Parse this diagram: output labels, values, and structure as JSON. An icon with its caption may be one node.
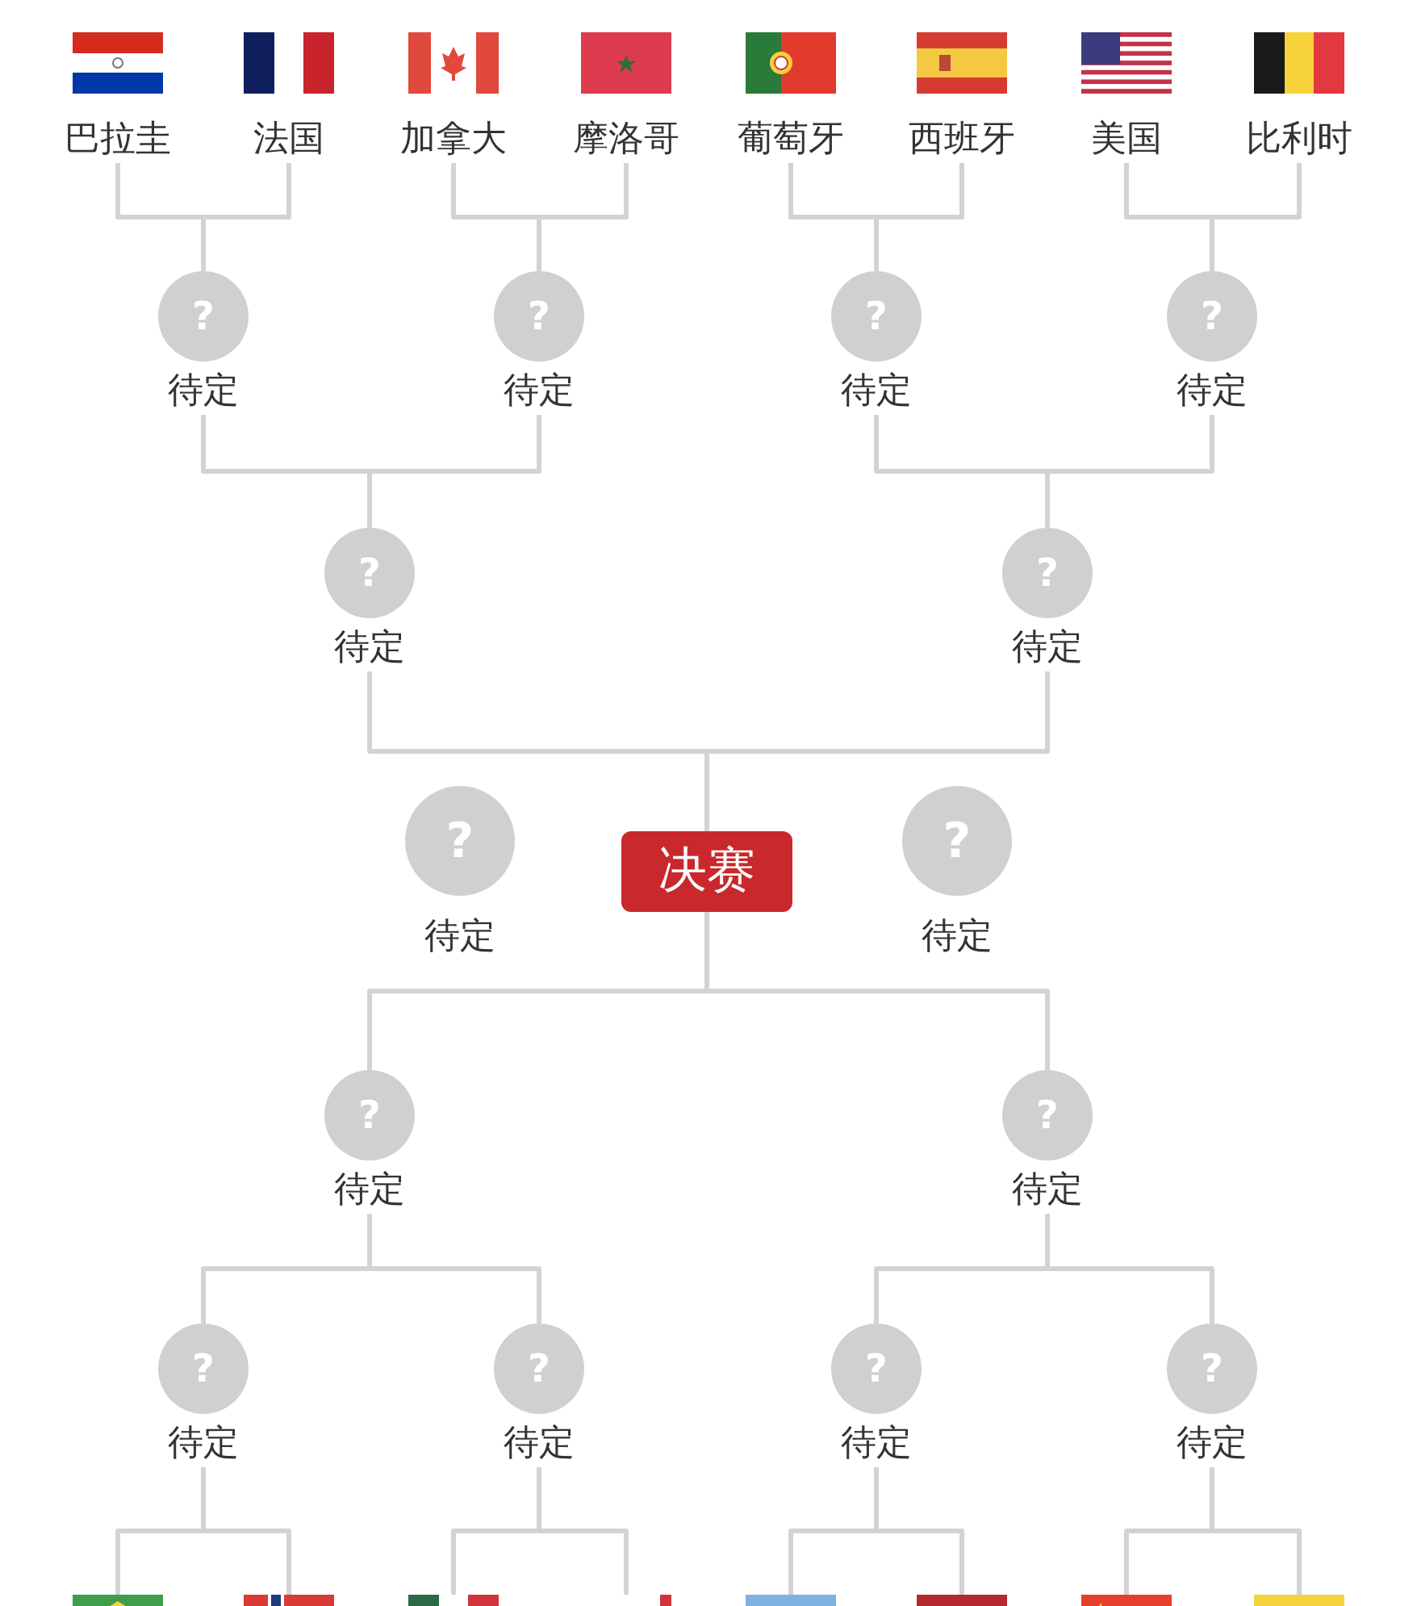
{
  "diagram": {
    "nodes": [
      {
        "text": [
          "巴拉圭"
        ]
      },
      {
        "text": [
          "法国"
        ]
      },
      {
        "text": [
          "加拿大"
        ]
      },
      {
        "text": [
          "摩洛哥"
        ]
      },
      {
        "text": [
          "葡萄牙"
        ]
      },
      {
        "text": [
          "西班牙"
        ]
      },
      {
        "text": [
          "美国"
        ]
      },
      {
        "text": [
          "比利时"
        ]
      },
      {
        "text": [
          "?",
          "待定"
        ]
      },
      {
        "text": [
          "?",
          "待定"
        ]
      },
      {
        "text": [
          "?",
          "待定"
        ]
      },
      {
        "text": [
          "?",
          "待定"
        ]
      },
      {
        "text": [
          "?",
          "待定"
        ]
      },
      {
        "text": [
          "?",
          "待定"
        ]
      },
      {
        "text": [
          "?",
          "待定"
        ]
      },
      {
        "text": [
          "决赛"
        ]
      },
      {
        "text": [
          "?",
          "待定"
        ]
      },
      {
        "text": [
          "?",
          "待定"
        ]
      },
      {
        "text": [
          "?",
          "待定"
        ]
      },
      {
        "text": [
          "?",
          "待定"
        ]
      },
      {
        "text": [
          "?",
          "待定"
        ]
      },
      {
        "text": [
          "?",
          "待定"
        ]
      },
      {
        "text": [
          "?",
          "待定"
        ]
      },
      {
        "text": [],
        "shape": "flag"
      },
      {
        "text": [],
        "shape": "flag"
      },
      {
        "text": [],
        "shape": "flag"
      },
      {
        "text": [],
        "shape": "flag"
      },
      {
        "text": [],
        "shape": "flag"
      },
      {
        "text": [],
        "shape": "flag"
      },
      {
        "text": [],
        "shape": "flag"
      },
      {
        "text": [],
        "shape": "flag"
      }
    ],
    "edges": [
      {
        "from": 0,
        "to": 8,
        "arrow": "none"
      },
      {
        "from": 1,
        "to": 8,
        "arrow": "none"
      },
      {
        "from": 2,
        "to": 9,
        "arrow": "none"
      },
      {
        "from": 3,
        "to": 9,
        "arrow": "none"
      },
      {
        "from": 4,
        "to": 10,
        "arrow": "none"
      },
      {
        "from": 5,
        "to": 10,
        "arrow": "none"
      },
      {
        "from": 6,
        "to": 11,
        "arrow": "none"
      },
      {
        "from": 7,
        "to": 11,
        "arrow": "none"
      },
      {
        "from": 8,
        "to": 12,
        "arrow": "none"
      },
      {
        "from": 9,
        "to": 12,
        "arrow": "none"
      },
      {
        "from": 10,
        "to": 13,
        "arrow": "none"
      },
      {
        "from": 11,
        "to": 13,
        "arrow": "none"
      },
      {
        "from": 12,
        "to": 15,
        "arrow": "none"
      },
      {
        "from": 13,
        "to": 15,
        "arrow": "none"
      },
      {
        "from": 17,
        "to": 15,
        "arrow": "none"
      },
      {
        "from": 18,
        "to": 15,
        "arrow": "none"
      },
      {
        "from": 19,
        "to": 17,
        "arrow": "none"
      },
      {
        "from": 20,
        "to": 17,
        "arrow": "none"
      },
      {
        "from": 21,
        "to": 18,
        "arrow": "none"
      },
      {
        "from": 22,
        "to": 18,
        "arrow": "none"
      },
      {
        "from": 23,
        "to": 19,
        "arrow": "none"
      },
      {
        "from": 24,
        "to": 19,
        "arrow": "none"
      },
      {
        "from": 25,
        "to": 20,
        "arrow": "none"
      },
      {
        "from": 26,
        "to": 20,
        "arrow": "none"
      },
      {
        "from": 27,
        "to": 21,
        "arrow": "none"
      },
      {
        "from": 28,
        "to": 21,
        "arrow": "none"
      },
      {
        "from": 29,
        "to": 22,
        "arrow": "none"
      },
      {
        "from": 30,
        "to": 22,
        "arrow": "none"
      }
    ]
  }
}
